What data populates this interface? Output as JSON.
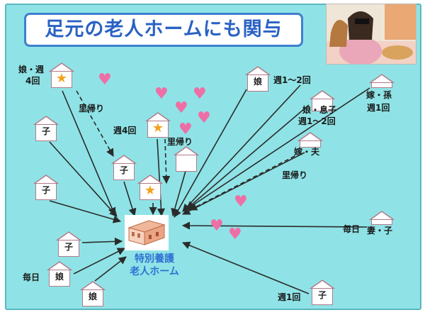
{
  "title": "足元の老人ホームにも関与",
  "center": {
    "line1": "特別養護",
    "line2": "老人ホーム"
  },
  "houses": [
    {
      "id": "h1",
      "label": "",
      "star": true
    },
    {
      "id": "h2",
      "label": "子",
      "star": false
    },
    {
      "id": "h3",
      "label": "子",
      "star": false
    },
    {
      "id": "h4",
      "label": "子",
      "star": false
    },
    {
      "id": "h5",
      "label": "娘",
      "star": false
    },
    {
      "id": "h6",
      "label": "娘",
      "star": false
    },
    {
      "id": "h7",
      "label": "",
      "star": true
    },
    {
      "id": "h8",
      "label": "",
      "star": false
    },
    {
      "id": "h9",
      "label": "子",
      "star": false
    },
    {
      "id": "h10",
      "label": "",
      "star": true
    },
    {
      "id": "h11",
      "label": "娘",
      "star": false
    },
    {
      "id": "h12",
      "label": "",
      "star": false
    },
    {
      "id": "h13",
      "label": "",
      "star": false
    },
    {
      "id": "h14",
      "label": "",
      "star": false
    },
    {
      "id": "h15",
      "label": "",
      "star": false
    },
    {
      "id": "h16",
      "label": "子",
      "star": false
    }
  ],
  "notes": {
    "n1a": "娘・週",
    "n1b": "4回",
    "n_satogaeri1": "里帰り",
    "n_week4": "週4回",
    "n_satogaeri2": "里帰り",
    "n_week12a": "週1～2回",
    "n_yome_mago": "嫁・孫",
    "n_week1a": "週1回",
    "n_musume_musuko": "娘・息子",
    "n_week12b": "週1～2回",
    "n_yome_otto": "嫁・夫",
    "n_satogaeri3": "里帰り",
    "n_mainichi1": "毎日",
    "n_tsuma_ko": "妻・子",
    "n_mainichi2": "毎日",
    "n_week1b": "週1回"
  }
}
